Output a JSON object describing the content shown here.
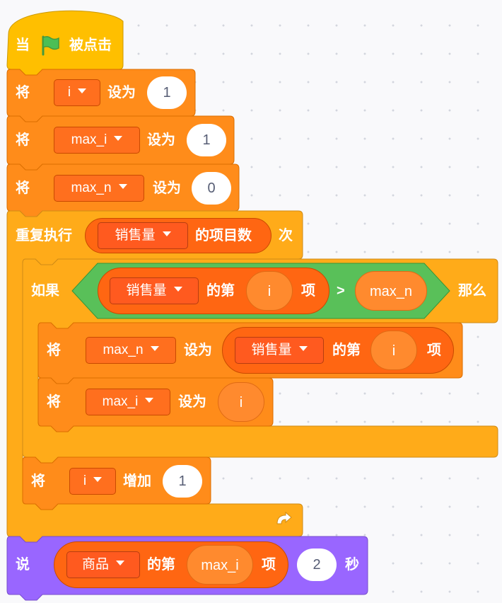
{
  "event": {
    "when": "当",
    "clicked": "被点击",
    "flag_icon": "green-flag-icon"
  },
  "set_i": {
    "verb": "将",
    "var": "i",
    "op": "设为",
    "value": "1"
  },
  "set_max_i": {
    "verb": "将",
    "var": "max_i",
    "op": "设为",
    "value": "1"
  },
  "set_max_n": {
    "verb": "将",
    "var": "max_n",
    "op": "设为",
    "value": "0"
  },
  "repeat": {
    "label": "重复执行",
    "list": "销售量",
    "length_of": "的项目数",
    "times": "次"
  },
  "if_block": {
    "if": "如果",
    "then": "那么",
    "list": "销售量",
    "item_of": "的第",
    "index": "i",
    "item": "项",
    "gt": ">",
    "rhs": "max_n"
  },
  "inner_set_max_n": {
    "verb": "将",
    "var": "max_n",
    "op": "设为",
    "list": "销售量",
    "item_of": "的第",
    "index": "i",
    "item": "项"
  },
  "inner_set_max_i": {
    "verb": "将",
    "var": "max_i",
    "op": "设为",
    "value": "i"
  },
  "change_i": {
    "verb": "将",
    "var": "i",
    "op": "增加",
    "value": "1"
  },
  "say": {
    "verb": "说",
    "list": "商品",
    "item_of": "的第",
    "index": "max_i",
    "item": "项",
    "secs": "2",
    "unit": "秒"
  },
  "colors": {
    "event": "#ffbf00",
    "control": "#ffab19",
    "variable": "#ff8c1a",
    "list": "#ff661a",
    "operator": "#59c059",
    "looks": "#9966ff"
  }
}
